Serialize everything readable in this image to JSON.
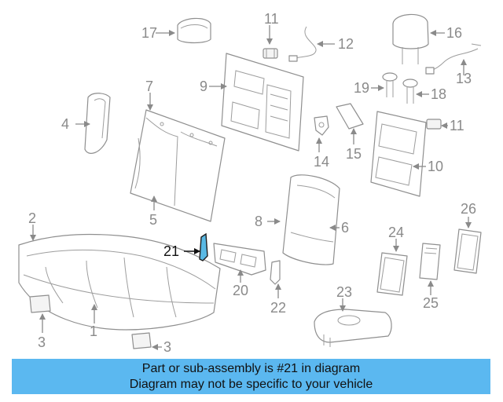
{
  "diagram": {
    "callouts": {
      "c1": "1",
      "c2": "2",
      "c3a": "3",
      "c3b": "3",
      "c4": "4",
      "c5": "5",
      "c6": "6",
      "c7": "7",
      "c8": "8",
      "c9": "9",
      "c10": "10",
      "c11a": "11",
      "c11b": "11",
      "c12": "12",
      "c13": "13",
      "c14": "14",
      "c15": "15",
      "c16": "16",
      "c17": "17",
      "c18": "18",
      "c19": "19",
      "c20": "20",
      "c21": "21",
      "c22": "22",
      "c23": "23",
      "c24": "24",
      "c25": "25",
      "c26": "26"
    },
    "highlighted_part": "21",
    "colors": {
      "highlight_fill": "#5ab9e4",
      "banner_bg": "#5bb8f0",
      "line_gray": "#8a8a8a"
    }
  },
  "notice": {
    "line1": "Part or sub-assembly is #21 in diagram",
    "line2": "Diagram may not be specific to your vehicle"
  }
}
